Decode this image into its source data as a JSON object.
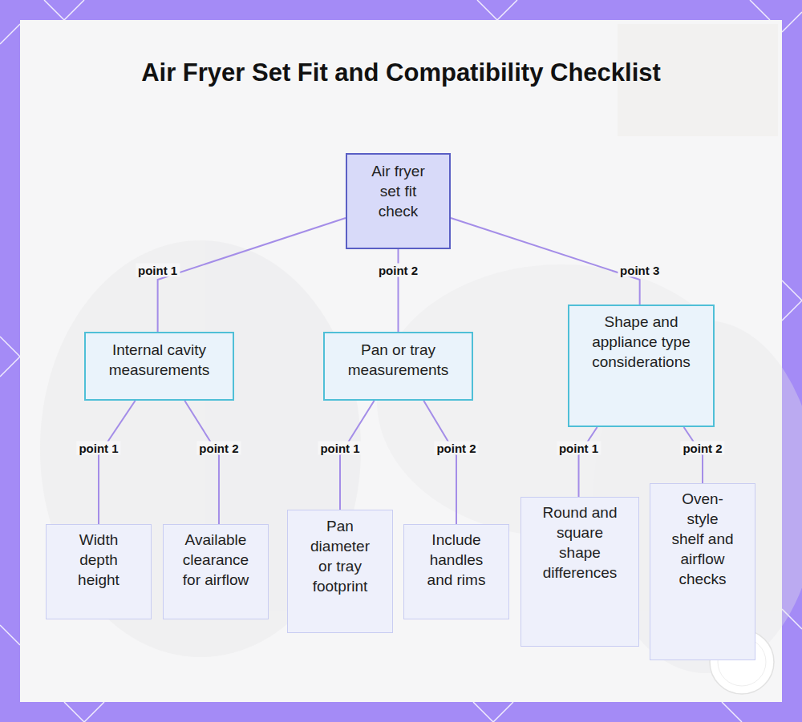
{
  "diagram": {
    "title": "Air Fryer Set Fit and Compatibility Checklist",
    "nodes": [
      {
        "text": [
          "Air fryer set fit check"
        ]
      },
      {
        "text": [
          "Internal cavity measurements"
        ]
      },
      {
        "text": [
          "Pan or tray measurements"
        ]
      },
      {
        "text": [
          "Shape and appliance type considerations"
        ]
      },
      {
        "text": [
          "Width depth height"
        ]
      },
      {
        "text": [
          "Available clearance for airflow"
        ]
      },
      {
        "text": [
          "Pan diameter or tray footprint"
        ]
      },
      {
        "text": [
          "Include handles and rims"
        ]
      },
      {
        "text": [
          "Round and square shape differences"
        ]
      },
      {
        "text": [
          "Oven-style shelf and airflow checks"
        ]
      }
    ],
    "edges": [
      {
        "from": 0,
        "to": 1,
        "label": "point 1",
        "arrow": "none"
      },
      {
        "from": 0,
        "to": 2,
        "label": "point 2",
        "arrow": "none"
      },
      {
        "from": 0,
        "to": 3,
        "label": "point 3",
        "arrow": "none"
      },
      {
        "from": 1,
        "to": 4,
        "label": "point 1",
        "arrow": "none"
      },
      {
        "from": 1,
        "to": 5,
        "label": "point 2",
        "arrow": "none"
      },
      {
        "from": 2,
        "to": 6,
        "label": "point 1",
        "arrow": "none"
      },
      {
        "from": 2,
        "to": 7,
        "label": "point 2",
        "arrow": "none"
      },
      {
        "from": 3,
        "to": 8,
        "label": "point 1",
        "arrow": "none"
      },
      {
        "from": 3,
        "to": 9,
        "label": "point 2",
        "arrow": "none"
      }
    ]
  }
}
